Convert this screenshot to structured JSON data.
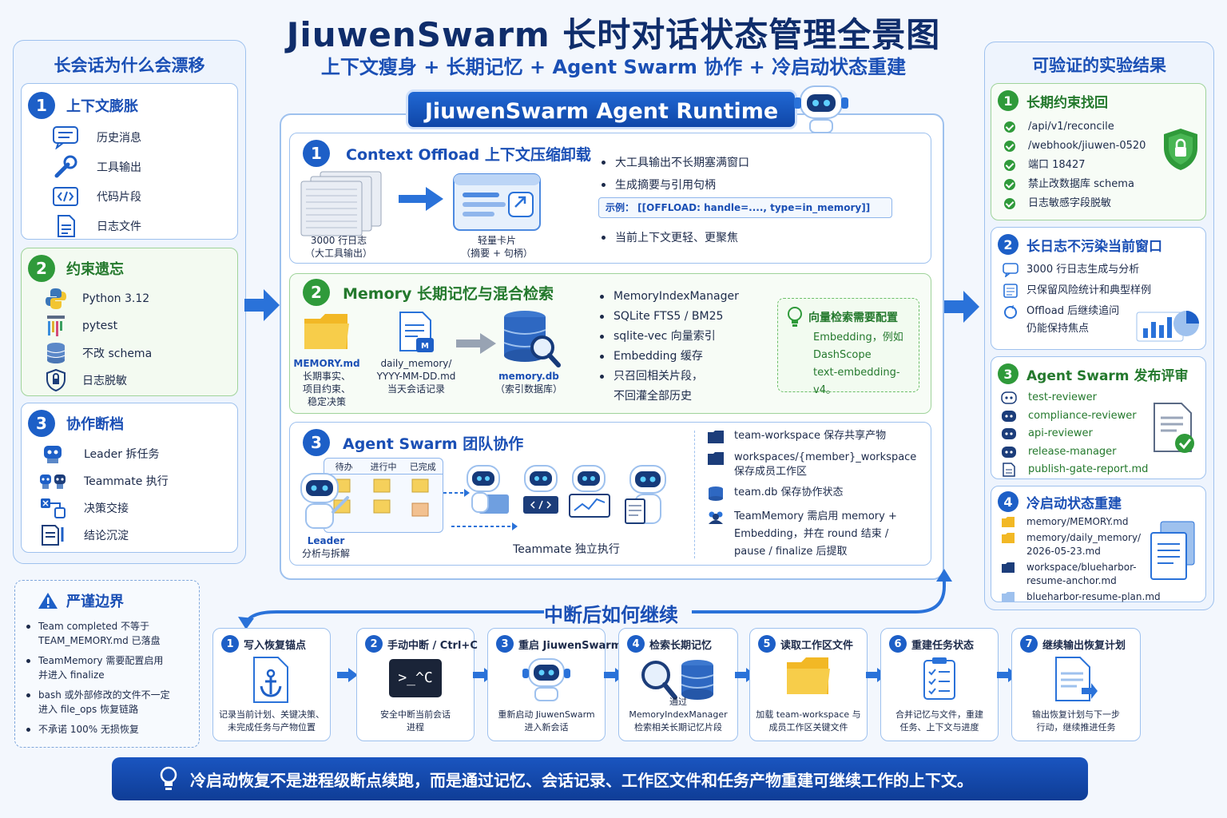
{
  "title": "JiuwenSwarm 长时对话状态管理全景图",
  "subtitle": "上下文瘦身 + 长期记忆 + Agent Swarm 协作 + 冷启动状态重建",
  "left": {
    "heading": "长会话为什么会漂移",
    "s1": {
      "num": "1",
      "title": "上下文膨胀",
      "items": [
        "历史消息",
        "工具输出",
        "代码片段",
        "日志文件"
      ]
    },
    "s2": {
      "num": "2",
      "title": "约束遗忘",
      "items": [
        "Python 3.12",
        "pytest",
        "不改 schema",
        "日志脱敏"
      ]
    },
    "s3": {
      "num": "3",
      "title": "协作断档",
      "items": [
        "Leader 拆任务",
        "Teammate 执行",
        "决策交接",
        "结论沉淀"
      ]
    }
  },
  "boundary": {
    "title": "严谨边界",
    "items": [
      [
        "Team completed 不等于",
        "TEAM_MEMORY.md 已落盘"
      ],
      [
        "TeamMemory 需要配置启用",
        "并进入 finalize"
      ],
      [
        "bash 或外部修改的文件不一定",
        "进入 file_ops 恢复链路"
      ],
      [
        "不承诺 100% 无损恢复"
      ]
    ]
  },
  "runtime": {
    "title": "JiuwenSwarm Agent Runtime",
    "p1": {
      "num": "1",
      "title": "Context Offload 上下文压缩卸载",
      "log_label": [
        "3000 行日志",
        "（大工具输出）"
      ],
      "card_label": [
        "轻量卡片",
        "（摘要 + 句柄）"
      ],
      "bullets": [
        "大工具输出不长期塞满窗口",
        "生成摘要与引用句柄",
        "当前上下文更轻、更聚焦"
      ],
      "example": "示例：  [[OFFLOAD:  handle=....,  type=in_memory]]"
    },
    "p2": {
      "num": "2",
      "title": "Memory  长期记忆与混合检索",
      "f1": [
        "MEMORY.md",
        "长期事实、",
        "项目约束、",
        "稳定决策"
      ],
      "f2": [
        "daily_memory/",
        "YYYY-MM-DD.md",
        "当天会话记录"
      ],
      "f3": [
        "memory.db",
        "（索引数据库）"
      ],
      "bullets": [
        "MemoryIndexManager",
        "SQLite FTS5 / BM25",
        "sqlite-vec 向量索引",
        "Embedding 缓存",
        "只召回相关片段，",
        "不回灌全部历史"
      ],
      "note_title": "向量检索需要配置",
      "note_lines": [
        "Embedding，例如",
        "DashScope",
        "text-embedding-v4。"
      ]
    },
    "p3": {
      "num": "3",
      "title": "Agent Swarm 团队协作",
      "board_cols": [
        "待办",
        "进行中",
        "已完成"
      ],
      "leader": [
        "Leader",
        "分析与拆解"
      ],
      "teammate": "Teammate 独立执行",
      "items": [
        [
          "team-workspace 保存共享产物"
        ],
        [
          "workspaces/{member}_workspace",
          "保存成员工作区"
        ],
        [
          "team.db 保存协作状态"
        ],
        [
          "TeamMemory 需启用 memory +",
          "Embedding，并在 round 结束 /",
          "pause / finalize 后提取"
        ]
      ]
    }
  },
  "right": {
    "heading": "可验证的实验结果",
    "r1": {
      "num": "1",
      "title": "长期约束找回",
      "items": [
        "/api/v1/reconcile",
        "/webhook/jiuwen-0520",
        "端口 18427",
        "禁止改数据库 schema",
        "日志敏感字段脱敏"
      ]
    },
    "r2": {
      "num": "2",
      "title": "长日志不污染当前窗口",
      "items": [
        [
          "3000 行日志生成与分析"
        ],
        [
          "只保留风险统计和典型样例"
        ],
        [
          "Offload 后继续追问",
          "仍能保持焦点"
        ]
      ]
    },
    "r3": {
      "num": "3",
      "title": "Agent Swarm 发布评审",
      "items": [
        "test-reviewer",
        "compliance-reviewer",
        "api-reviewer",
        "release-manager",
        "publish-gate-report.md"
      ]
    },
    "r4": {
      "num": "4",
      "title": "冷启动状态重建",
      "items": [
        [
          "memory/MEMORY.md"
        ],
        [
          "memory/daily_memory/",
          "2026-05-23.md"
        ],
        [
          "workspace/blueharbor-",
          "resume-anchor.md"
        ],
        [
          "blueharbor-resume-plan.md"
        ]
      ]
    }
  },
  "flow": {
    "title": "中断后如何继续",
    "steps": [
      {
        "num": "1",
        "title": "写入恢复锚点",
        "desc": [
          "记录当前计划、关键决策、",
          "未完成任务与产物位置"
        ]
      },
      {
        "num": "2",
        "title": "手动中断 / Ctrl+C",
        "desc": [
          "安全中断当前会话",
          "进程"
        ]
      },
      {
        "num": "3",
        "title": "重启 JiuwenSwarm",
        "desc": [
          "重新启动 JiuwenSwarm",
          "进入新会话"
        ]
      },
      {
        "num": "4",
        "title": "检索长期记忆",
        "desc": [
          "通过 MemoryIndexManager",
          "检索相关长期记忆片段"
        ]
      },
      {
        "num": "5",
        "title": "读取工作区文件",
        "desc": [
          "加载 team-workspace 与",
          "成员工作区关键文件"
        ]
      },
      {
        "num": "6",
        "title": "重建任务状态",
        "desc": [
          "合并记忆与文件，重建",
          "任务、上下文与进度"
        ]
      },
      {
        "num": "7",
        "title": "继续输出恢复计划",
        "desc": [
          "输出恢复计划与下一步",
          "行动，继续推进任务"
        ]
      }
    ],
    "terminal_text": ">_^C"
  },
  "footer": "冷启动恢复不是进程级断点续跑，而是通过记忆、会话记录、工作区文件和任务产物重建可继续工作的上下文。",
  "colors": {
    "primary": "#1d5fc7",
    "green": "#2f9a3a",
    "banner": "#1446a8",
    "bg": "#f3f7fd"
  }
}
